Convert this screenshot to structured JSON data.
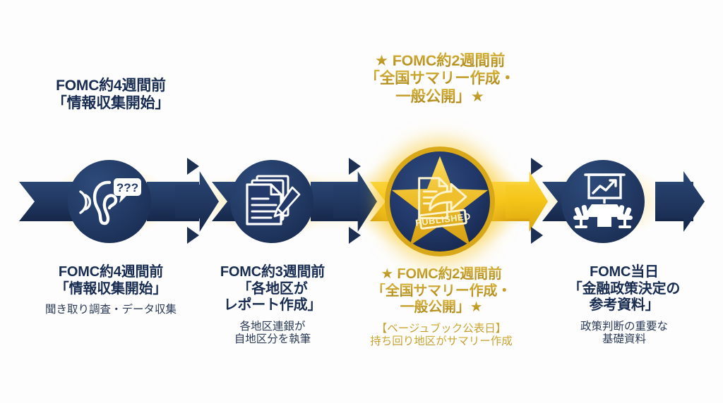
{
  "diagram": {
    "title": "FOMC Beige Book process timeline",
    "colors": {
      "navy": "#22396a",
      "navy_dark": "#16274a",
      "gold": "#f5c518",
      "gold_dark": "#d9a310",
      "gold_text": "#bd9722",
      "background": "#fdfdfd",
      "glow": "#fbcd3c"
    }
  },
  "top_callouts": [
    {
      "id": "callout-step-1",
      "style": "navy",
      "lines": [
        "FOMC約4週間前",
        "「情報収集開始」"
      ]
    },
    {
      "id": "callout-step-3",
      "style": "gold",
      "lines": [
        "★ FOMC約2週間前",
        "「全国サマリー作成・",
        "一般公開」★"
      ]
    }
  ],
  "steps": [
    {
      "id": "step-1",
      "icon": "ear-listening-icon",
      "highlight": false,
      "title_lines": [
        "FOMC約4週間前",
        "「情報収集開始」"
      ],
      "sub_lines": [
        "聞き取り調査・データ収集"
      ]
    },
    {
      "id": "step-2",
      "icon": "documents-pencil-icon",
      "highlight": false,
      "title_lines": [
        "FOMC約3週間前",
        "「各地区が",
        "レポート作成」"
      ],
      "sub_lines": [
        "各地区連銀が",
        "自地区分を執筆"
      ]
    },
    {
      "id": "step-3",
      "icon": "published-document-star-icon",
      "highlight": true,
      "title_lines": [
        "★ FOMC約2週間前",
        "「全国サマリー作成・",
        "一般公開」★"
      ],
      "sub_lines": [
        "【ベージュブック公表日】",
        "持ち回り地区がサマリー作成"
      ]
    },
    {
      "id": "step-4",
      "icon": "meeting-presentation-icon",
      "highlight": false,
      "title_lines": [
        "FOMC当日",
        "「金融政策決定の",
        "参考資料」"
      ],
      "sub_lines": [
        "政策判断の重要な",
        "基礎資料"
      ]
    }
  ],
  "icon_labels": {
    "published_stamp": "PUBLISHED",
    "question_marks": "???"
  }
}
